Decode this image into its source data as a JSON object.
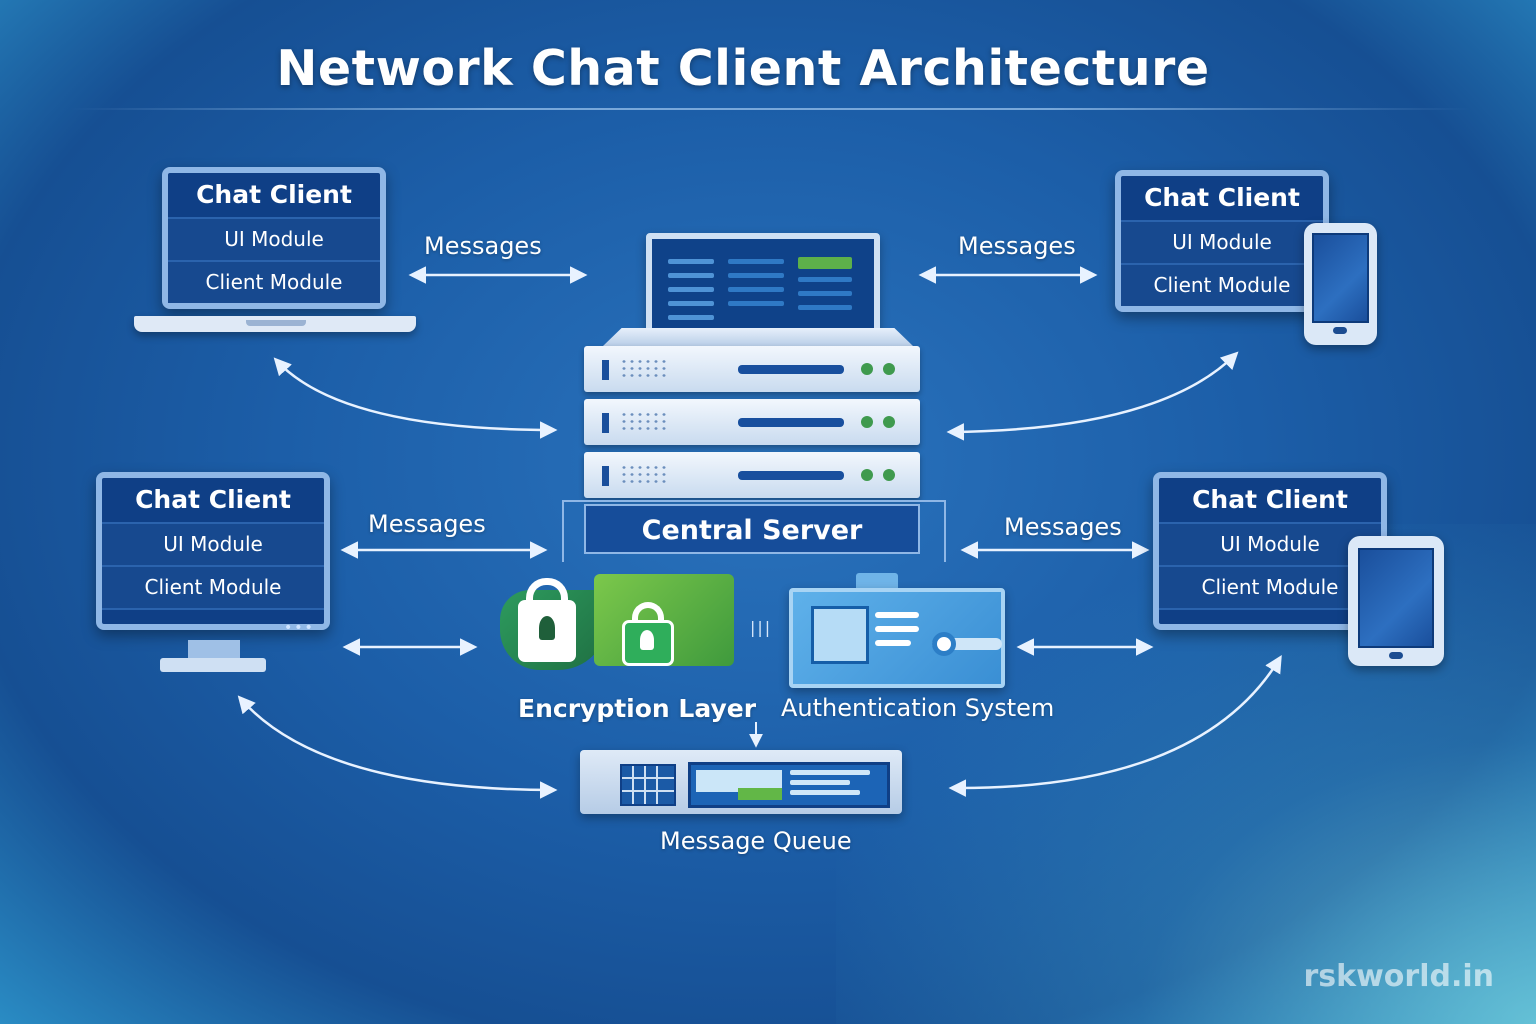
{
  "title": "Network Chat Client Architecture",
  "clients": [
    {
      "title": "Chat Client",
      "modules": [
        "UI Module",
        "Client Module"
      ],
      "device": "laptop"
    },
    {
      "title": "Chat Client",
      "modules": [
        "UI Module",
        "Client Module"
      ],
      "device": "tablet-phone"
    },
    {
      "title": "Chat Client",
      "modules": [
        "UI Module",
        "Client Module"
      ],
      "device": "desktop-monitor"
    },
    {
      "title": "Chat Client",
      "modules": [
        "UI Module",
        "Client Module"
      ],
      "device": "tablet"
    }
  ],
  "message_labels": [
    "Messages",
    "Messages",
    "Messages",
    "Messages"
  ],
  "server": {
    "label": "Central Server"
  },
  "encryption": {
    "label": "Encryption Layer",
    "icon": "lock-shield-icon"
  },
  "authentication": {
    "label": "Authentication System",
    "icon": "id-card-key-icon"
  },
  "queue": {
    "label": "Message Queue",
    "icon": "queue-icon"
  },
  "watermark": "rskworld.in",
  "colors": {
    "accent": "#0f3f86",
    "border": "#8fb7e6",
    "green": "#3f9a4e"
  }
}
